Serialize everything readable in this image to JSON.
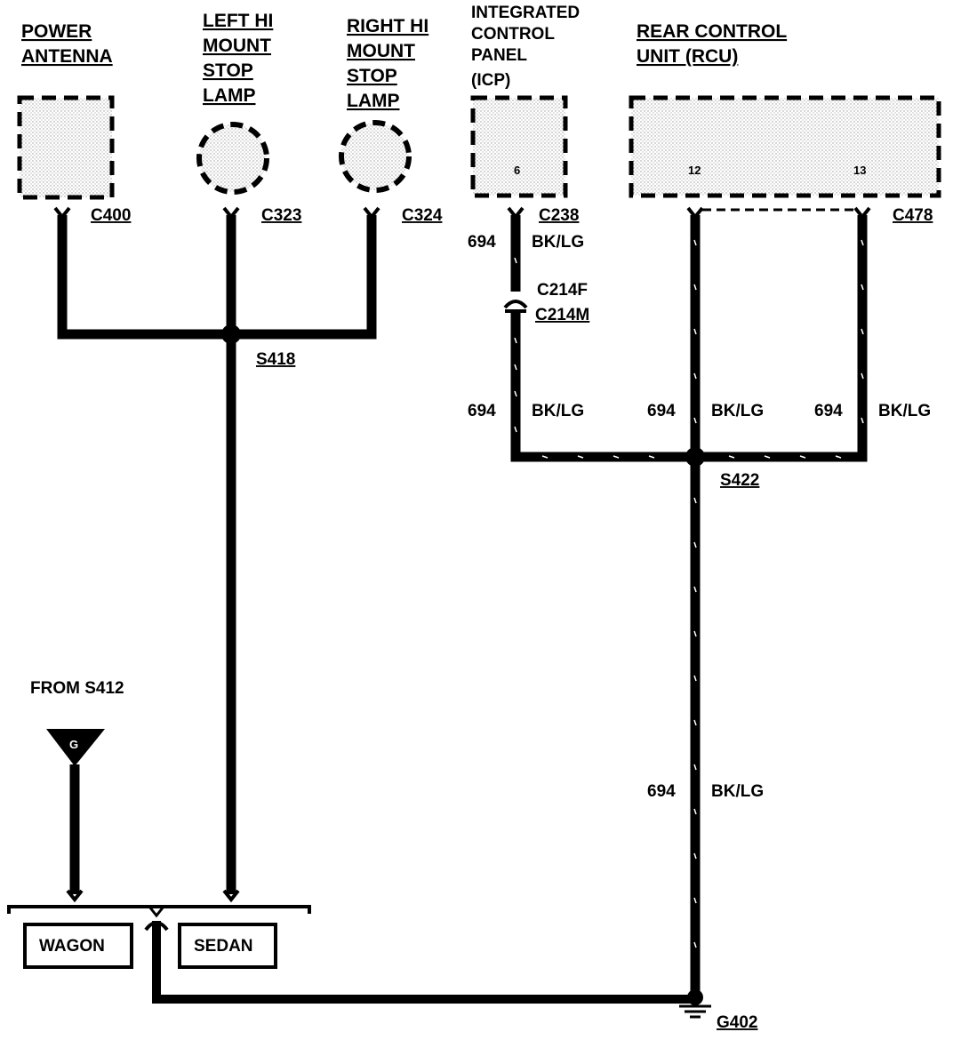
{
  "components": {
    "power_antenna": {
      "line1": "POWER",
      "line2": "ANTENNA",
      "connector": "C400"
    },
    "left_hmsl": {
      "line1": "LEFT HI",
      "line2": "MOUNT",
      "line3": "STOP",
      "line4": "LAMP",
      "connector": "C323"
    },
    "right_hmsl": {
      "line1": "RIGHT HI",
      "line2": "MOUNT",
      "line3": "STOP",
      "line4": "LAMP",
      "connector": "C324"
    },
    "icp": {
      "line1": "INTEGRATED",
      "line2": "CONTROL",
      "line3": "PANEL",
      "line4": "(ICP)",
      "connector": "C238",
      "pin": "6"
    },
    "rcu": {
      "line1": "REAR CONTROL",
      "line2": "UNIT (RCU)",
      "connector": "C478",
      "pin_a": "12",
      "pin_b": "13"
    }
  },
  "splices": {
    "s418": "S418",
    "s422": "S422"
  },
  "inline_connector": {
    "female": "C214F",
    "male": "C214M"
  },
  "wires": {
    "icp_upper": {
      "circuit": "694",
      "color": "BK/LG"
    },
    "icp_lower": {
      "circuit": "694",
      "color": "BK/LG"
    },
    "rcu_12": {
      "circuit": "694",
      "color": "BK/LG"
    },
    "rcu_13": {
      "circuit": "694",
      "color": "BK/LG"
    },
    "to_ground": {
      "circuit": "694",
      "color": "BK/LG"
    }
  },
  "from_label": "FROM S412",
  "from_symbol": "G",
  "options": {
    "wagon": "WAGON",
    "sedan": "SEDAN"
  },
  "ground": "G402"
}
